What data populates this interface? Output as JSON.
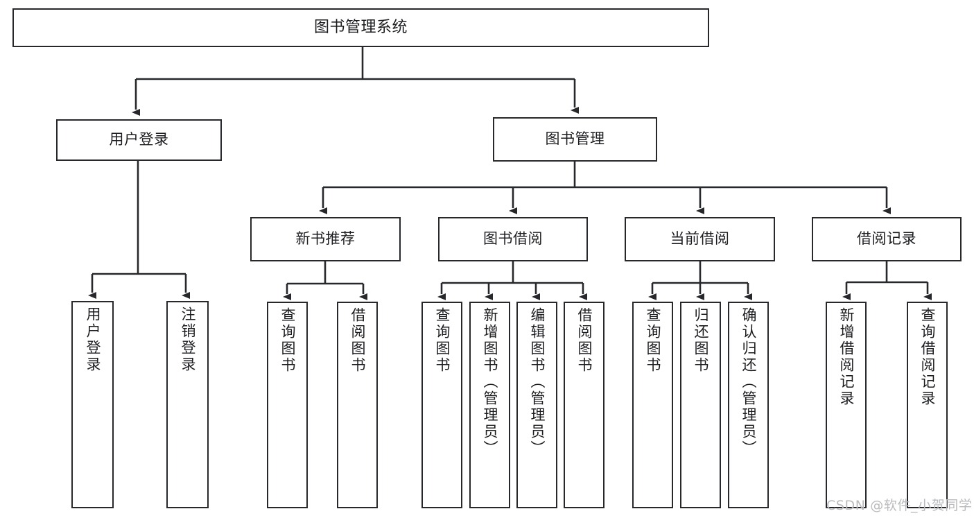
{
  "diagram": {
    "type": "tree-hierarchy-chart",
    "title": "图书管理系统",
    "stroke_color": "#27282b",
    "background_color": "#ffffff",
    "text_color": "#1c1d20"
  },
  "watermark": {
    "text": "CSDN @软件_小贺同学",
    "color": "#b9bbbe"
  },
  "nodes": {
    "root": {
      "label": "图书管理系统",
      "level": 1,
      "orientation": "horizontal"
    },
    "user_login": {
      "label": "用户登录",
      "level": 2,
      "orientation": "horizontal"
    },
    "book_manage": {
      "label": "图书管理",
      "level": 2,
      "orientation": "horizontal"
    },
    "new_book_rec": {
      "label": "新书推荐",
      "level": 3,
      "orientation": "horizontal"
    },
    "book_borrow": {
      "label": "图书借阅",
      "level": 3,
      "orientation": "horizontal"
    },
    "current_borrow": {
      "label": "当前借阅",
      "level": 3,
      "orientation": "horizontal"
    },
    "borrow_record": {
      "label": "借阅记录",
      "level": 3,
      "orientation": "horizontal"
    },
    "leaf_user_login": {
      "label": "用户登录",
      "level": 4,
      "orientation": "vertical"
    },
    "leaf_logout": {
      "label": "注销登录",
      "level": 4,
      "orientation": "vertical"
    },
    "leaf_query_book_1": {
      "label": "查询图书",
      "level": 4,
      "orientation": "vertical"
    },
    "leaf_borrow_book_1": {
      "label": "借阅图书",
      "level": 4,
      "orientation": "vertical"
    },
    "leaf_query_book_2": {
      "label": "查询图书",
      "level": 4,
      "orientation": "vertical"
    },
    "leaf_add_book": {
      "label": "新增图书（管理员）",
      "level": 4,
      "orientation": "vertical"
    },
    "leaf_edit_book": {
      "label": "编辑图书（管理员）",
      "level": 4,
      "orientation": "vertical"
    },
    "leaf_borrow_book_2": {
      "label": "借阅图书",
      "level": 4,
      "orientation": "vertical"
    },
    "leaf_query_book_3": {
      "label": "查询图书",
      "level": 4,
      "orientation": "vertical"
    },
    "leaf_return_book": {
      "label": "归还图书",
      "level": 4,
      "orientation": "vertical"
    },
    "leaf_confirm_return": {
      "label": "确认归还（管理员）",
      "level": 4,
      "orientation": "vertical"
    },
    "leaf_add_record": {
      "label": "新增借阅记录",
      "level": 4,
      "orientation": "vertical"
    },
    "leaf_query_record": {
      "label": "查询借阅记录",
      "level": 4,
      "orientation": "vertical"
    }
  },
  "edges": [
    {
      "from": "root",
      "to": "user_login"
    },
    {
      "from": "root",
      "to": "book_manage"
    },
    {
      "from": "user_login",
      "to": "leaf_user_login"
    },
    {
      "from": "user_login",
      "to": "leaf_logout"
    },
    {
      "from": "book_manage",
      "to": "new_book_rec"
    },
    {
      "from": "book_manage",
      "to": "book_borrow"
    },
    {
      "from": "book_manage",
      "to": "current_borrow"
    },
    {
      "from": "book_manage",
      "to": "borrow_record"
    },
    {
      "from": "new_book_rec",
      "to": "leaf_query_book_1"
    },
    {
      "from": "new_book_rec",
      "to": "leaf_borrow_book_1"
    },
    {
      "from": "book_borrow",
      "to": "leaf_query_book_2"
    },
    {
      "from": "book_borrow",
      "to": "leaf_add_book"
    },
    {
      "from": "book_borrow",
      "to": "leaf_edit_book"
    },
    {
      "from": "book_borrow",
      "to": "leaf_borrow_book_2"
    },
    {
      "from": "current_borrow",
      "to": "leaf_query_book_3"
    },
    {
      "from": "current_borrow",
      "to": "leaf_return_book"
    },
    {
      "from": "current_borrow",
      "to": "leaf_confirm_return"
    },
    {
      "from": "borrow_record",
      "to": "leaf_add_record"
    },
    {
      "from": "borrow_record",
      "to": "leaf_query_record"
    }
  ]
}
